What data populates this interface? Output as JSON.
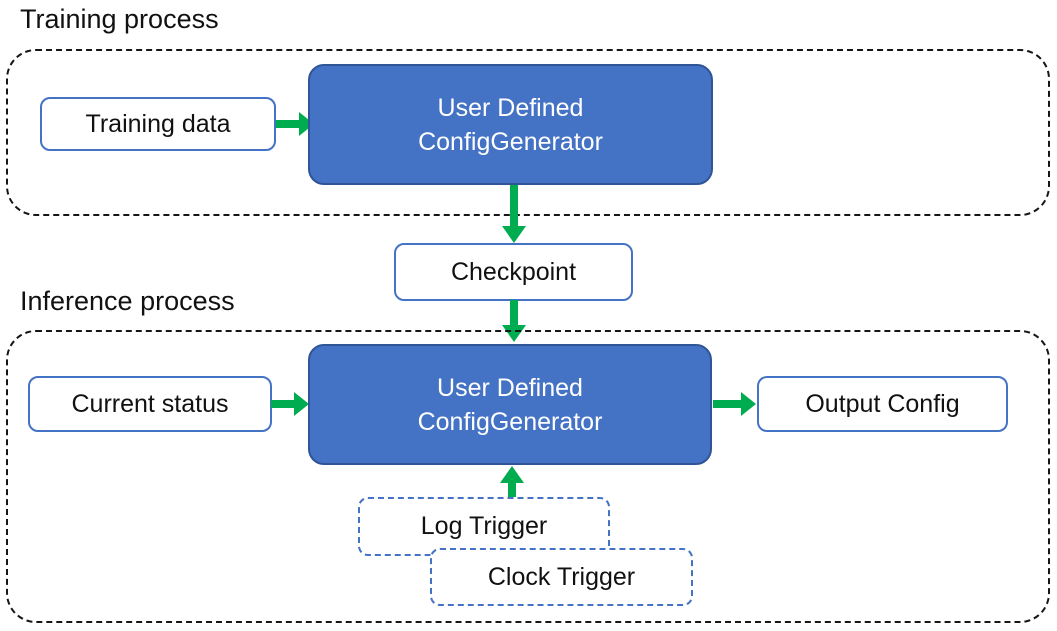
{
  "colors": {
    "box_blue": "#4472C4",
    "box_blue_border": "#2F5597",
    "light_border": "#4472C4",
    "arrow_green": "#00AC50"
  },
  "training": {
    "title": "Training process",
    "input_box": "Training data",
    "generator_lines": [
      "User Defined",
      "ConfigGenerator"
    ]
  },
  "checkpoint_box": "Checkpoint",
  "inference": {
    "title": "Inference process",
    "input_box": "Current status",
    "generator_lines": [
      "User Defined",
      "ConfigGenerator"
    ],
    "output_box": "Output Config",
    "log_trigger_box": "Log Trigger",
    "clock_trigger_box": "Clock Trigger"
  }
}
